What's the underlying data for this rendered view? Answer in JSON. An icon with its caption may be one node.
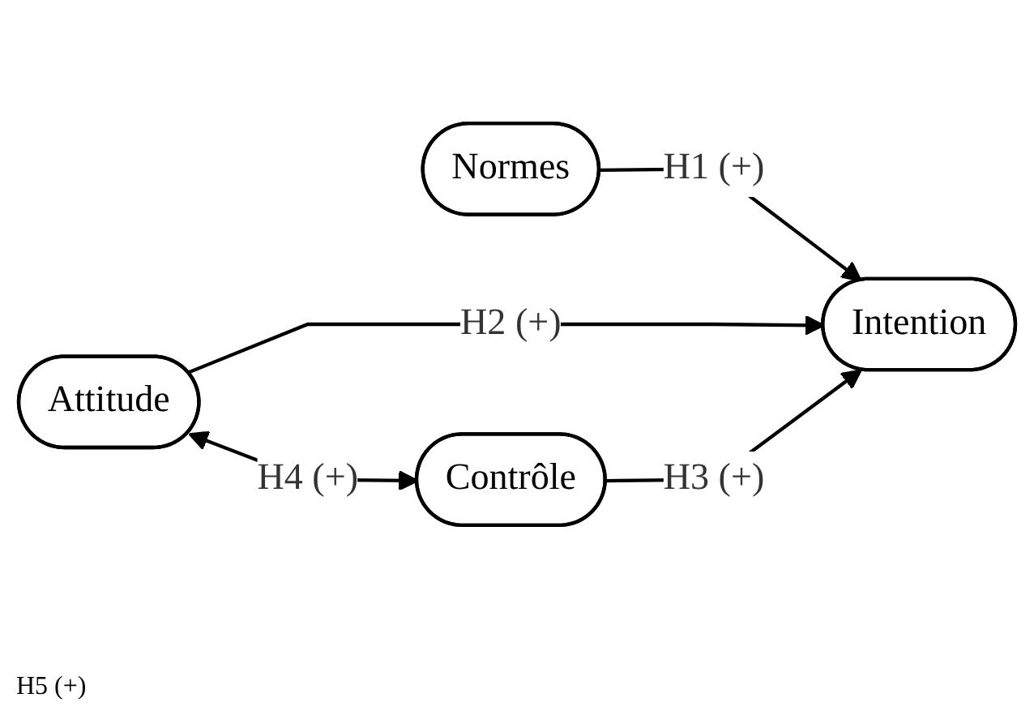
{
  "diagram": {
    "nodes": [
      {
        "text": [
          "Attitude"
        ]
      },
      {
        "text": [
          "Normes"
        ]
      },
      {
        "text": [
          "Contrôle"
        ]
      },
      {
        "text": [
          "Intention"
        ]
      }
    ],
    "edges": [
      {
        "from": 1,
        "to": 3,
        "arrow": "to",
        "label": "H1 (+)"
      },
      {
        "from": 0,
        "to": 3,
        "arrow": "to",
        "label": "H2 (+)"
      },
      {
        "from": 2,
        "to": 3,
        "arrow": "to",
        "label": "H3 (+)"
      },
      {
        "from": 0,
        "to": 2,
        "arrow": "both",
        "label": "H4 (+)"
      }
    ],
    "labels": [
      "H5 (+)"
    ]
  }
}
